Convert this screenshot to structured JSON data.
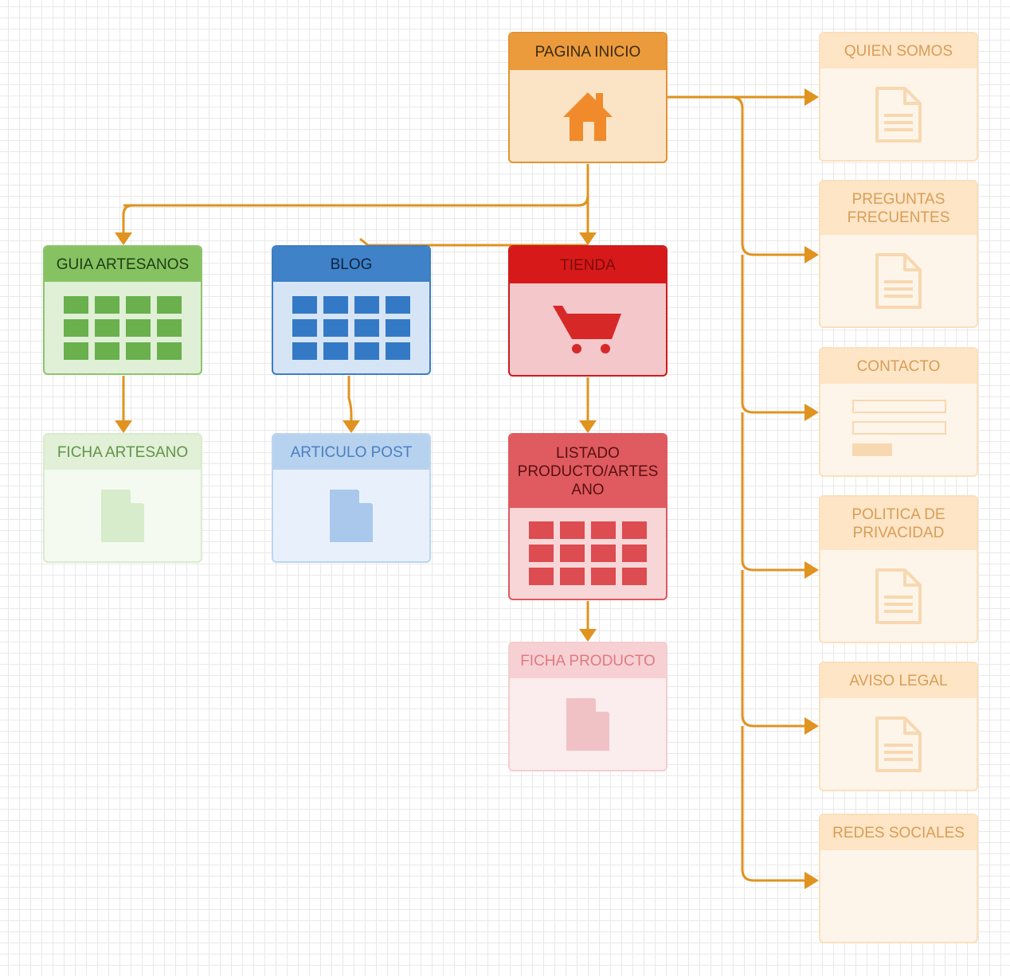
{
  "nodes": {
    "home": {
      "title": "PAGINA INICIO",
      "icon": "home-icon"
    },
    "artisans": {
      "title": "GUIA ARTESANOS",
      "icon": "grid-icon"
    },
    "artisan_detail": {
      "title": "FICHA ARTESANO",
      "icon": "document-icon"
    },
    "blog": {
      "title": "BLOG",
      "icon": "grid-icon"
    },
    "post": {
      "title": "ARTICULO POST",
      "icon": "document-icon"
    },
    "shop": {
      "title": "TIENDA",
      "icon": "shopping-cart-icon"
    },
    "product_list": {
      "title": "LISTADO PRODUCTO/ARTES ANO",
      "icon": "grid-icon"
    },
    "product_detail": {
      "title": "FICHA PRODUCTO",
      "icon": "document-icon"
    },
    "about": {
      "title": "QUIEN SOMOS",
      "icon": "text-document-icon"
    },
    "faq": {
      "title": "PREGUNTAS FRECUENTES",
      "icon": "text-document-icon"
    },
    "contact": {
      "title": "CONTACTO",
      "icon": "form-icon"
    },
    "privacy": {
      "title": "POLITICA DE PRIVACIDAD",
      "icon": "text-document-icon"
    },
    "legal": {
      "title": "AVISO LEGAL",
      "icon": "text-document-icon"
    },
    "social": {
      "title": "REDES SOCIALES",
      "icon": ""
    }
  },
  "edges": [
    [
      "home",
      "artisans"
    ],
    [
      "home",
      "blog"
    ],
    [
      "home",
      "shop"
    ],
    [
      "home",
      "about"
    ],
    [
      "home",
      "faq"
    ],
    [
      "home",
      "contact"
    ],
    [
      "home",
      "privacy"
    ],
    [
      "home",
      "legal"
    ],
    [
      "home",
      "social"
    ],
    [
      "artisans",
      "artisan_detail"
    ],
    [
      "blog",
      "post"
    ],
    [
      "shop",
      "product_list"
    ],
    [
      "product_list",
      "product_detail"
    ]
  ],
  "colors": {
    "connector": "#e0931f",
    "orange": {
      "header": "#ec9b3c",
      "body": "#fbe3c5",
      "border": "#e39334",
      "text": "#3a2a10",
      "icon": "#f08a2a"
    },
    "orange_faded": {
      "header": "#fde5c6",
      "body": "#fef5ea",
      "border": "#fbe0bd",
      "text": "#d99d56",
      "icon": "#f7d8b0"
    },
    "green": {
      "header": "#86c262",
      "body": "#dff0d6",
      "border": "#8dc36c",
      "text": "#1f3d12",
      "icon": "#6ab04c"
    },
    "green_faded": {
      "header": "#e1f0d7",
      "body": "#f5faf1",
      "border": "#d9ecce",
      "text": "#63934a",
      "icon": "#d7ecca"
    },
    "blue": {
      "header": "#3f82c8",
      "body": "#d6e5f5",
      "border": "#3c7dc3",
      "text": "#0e2340",
      "icon": "#3479c6"
    },
    "blue_faded": {
      "header": "#b7d2ef",
      "body": "#e8f1fb",
      "border": "#bcd5ef",
      "text": "#4a7fbf",
      "icon": "#a9c8ec"
    },
    "red": {
      "header": "#d81919",
      "body": "#f4c7cb",
      "border": "#c91d1d",
      "text": "#7a0c0c",
      "icon": "#d72828"
    },
    "red_medium": {
      "header": "#df5b5f",
      "body": "#f8d6d8",
      "border": "#dd5a5e",
      "text": "#5a1012",
      "icon": "#dc4c50"
    },
    "red_faded": {
      "header": "#f7d0d3",
      "body": "#fbecee",
      "border": "#f4cdd0",
      "text": "#de7b82",
      "icon": "#f0c2c6"
    }
  }
}
